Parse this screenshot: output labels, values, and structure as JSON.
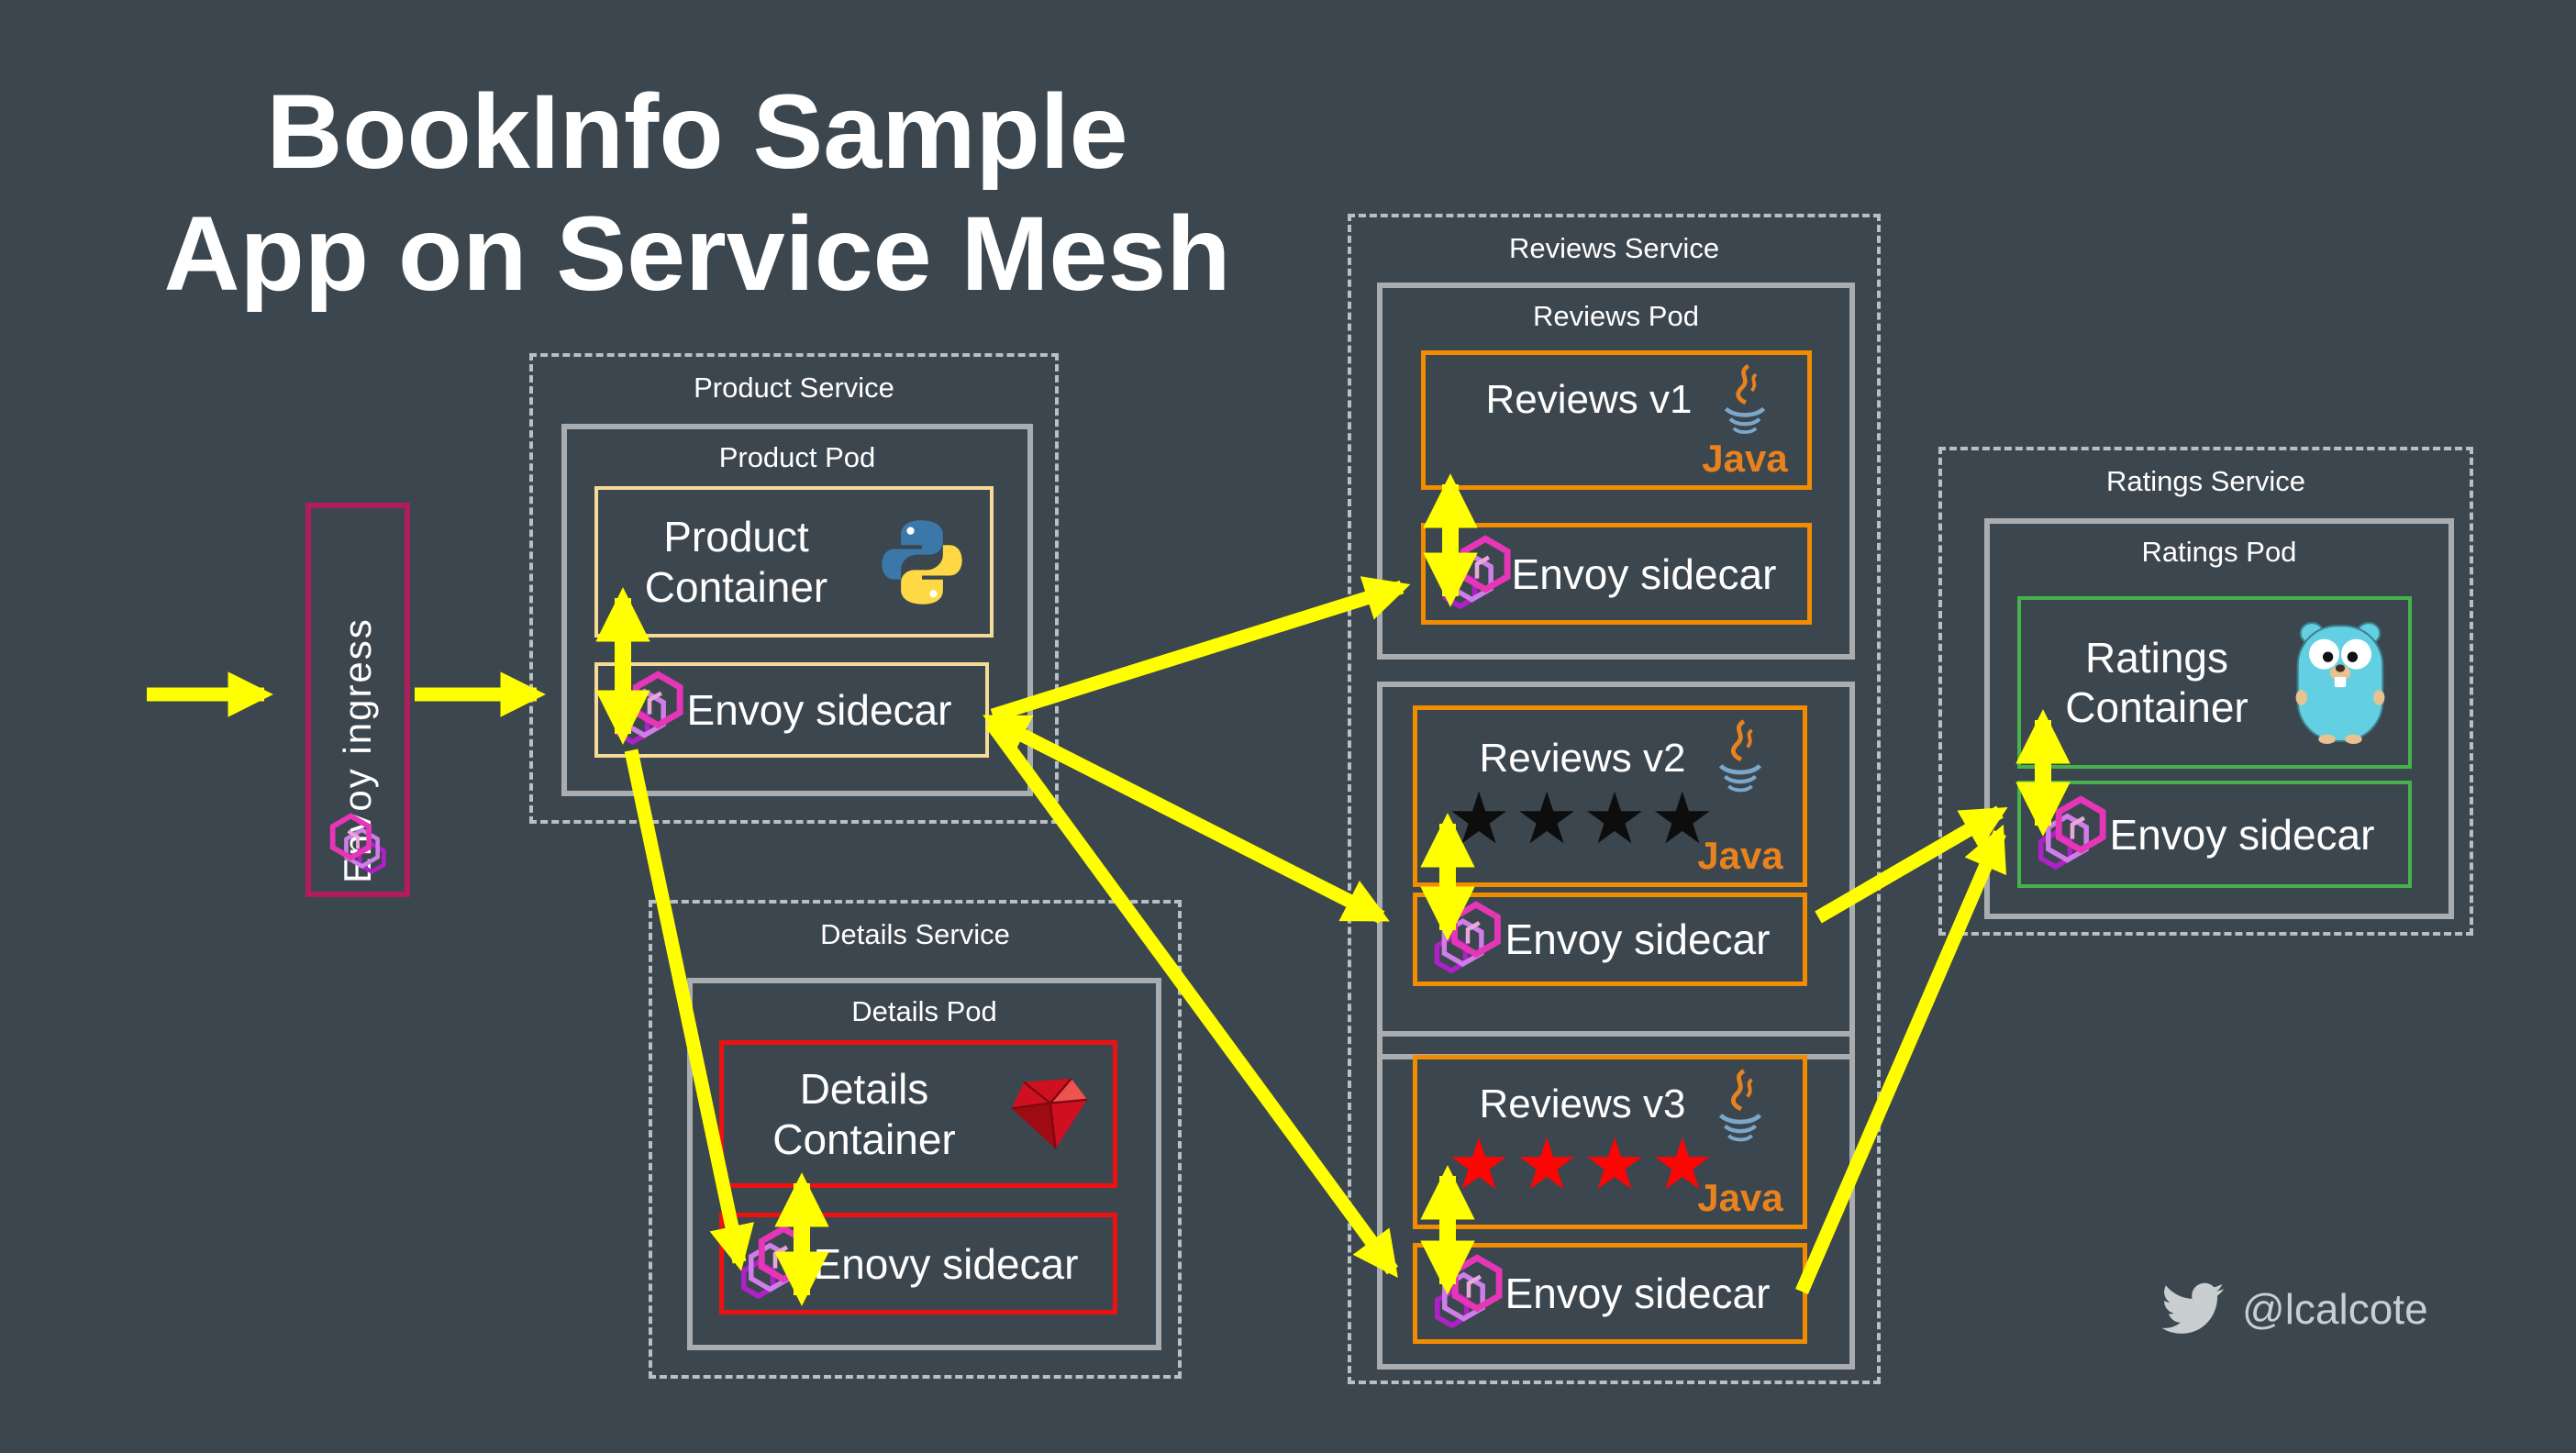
{
  "title": {
    "line1": "BookInfo Sample",
    "line2": "App on Service Mesh"
  },
  "ingress": {
    "label": "Envoy ingress",
    "icon": "envoy-proxy-icon"
  },
  "product_service": {
    "label": "Product Service",
    "pod": {
      "label": "Product Pod",
      "container": {
        "line1": "Product",
        "line2": "Container",
        "icon": "python-icon"
      },
      "sidecar": {
        "label": "Envoy sidecar",
        "icon": "envoy-proxy-icon"
      }
    }
  },
  "details_service": {
    "label": "Details Service",
    "pod": {
      "label": "Details Pod",
      "container": {
        "line1": "Details",
        "line2": "Container",
        "icon": "ruby-icon"
      },
      "sidecar": {
        "label": "Enovy sidecar",
        "icon": "envoy-proxy-icon"
      }
    }
  },
  "reviews_service": {
    "label": "Reviews Service",
    "pods": [
      {
        "label": "Reviews Pod",
        "container": {
          "title": "Reviews v1",
          "stars": "",
          "tech_label": "Java",
          "icon": "java-icon"
        },
        "sidecar": {
          "label": "Envoy sidecar",
          "icon": "envoy-proxy-icon"
        }
      },
      {
        "label": "",
        "container": {
          "title": "Reviews v2",
          "stars": "★★★★",
          "star_color": "#0d0d0d",
          "tech_label": "Java",
          "icon": "java-icon"
        },
        "sidecar": {
          "label": "Envoy sidecar",
          "icon": "envoy-proxy-icon"
        }
      },
      {
        "label": "",
        "container": {
          "title": "Reviews v3",
          "stars": "★★★★",
          "star_color": "#fb0505",
          "tech_label": "Java",
          "icon": "java-icon"
        },
        "sidecar": {
          "label": "Envoy sidecar",
          "icon": "envoy-proxy-icon"
        }
      }
    ]
  },
  "ratings_service": {
    "label": "Ratings Service",
    "pod": {
      "label": "Ratings Pod",
      "container": {
        "line1": "Ratings",
        "line2": "Container",
        "icon": "go-gopher-icon"
      },
      "sidecar": {
        "label": "Envoy sidecar",
        "icon": "envoy-proxy-icon"
      }
    }
  },
  "footer": {
    "twitter_handle": "@lcalcote",
    "icon": "twitter-bird-icon"
  },
  "colors": {
    "bg": "#3c464e",
    "text": "#ffffff",
    "arrow": "#ffff00",
    "dash": "#b9bfc2",
    "pod": "#a9adb0",
    "wheat": "#f5db97",
    "red": "#ee1111",
    "orange": "#f28c00",
    "green": "#47b14b",
    "crimson": "#b11d5c",
    "java_orange": "#e8821e",
    "java_blue": "#7ba7c9",
    "star_black": "#0d0d0d",
    "star_red": "#fb0505",
    "envoy_front": "#e636b8",
    "envoy_mid": "#cf7de8",
    "envoy_back": "#b020c8",
    "python_blue": "#3b77a8",
    "python_yellow": "#ffd845",
    "ruby_red": "#cf1020",
    "gopher_blue": "#63cfe3",
    "twitter": "#c9ced1"
  }
}
